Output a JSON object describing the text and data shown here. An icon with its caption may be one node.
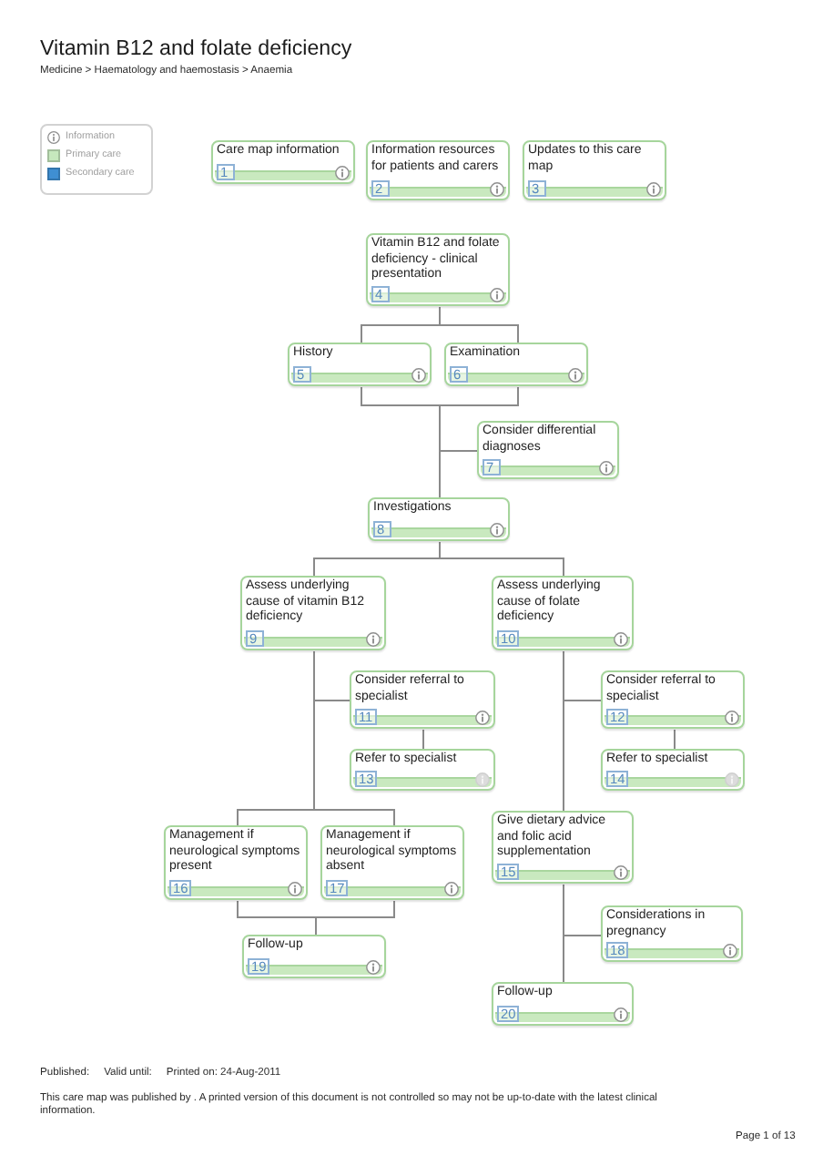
{
  "diagram": {
    "title": "Vitamin B12 and folate deficiency",
    "nodes": [
      {
        "text": [
          "Care map information",
          "1"
        ]
      },
      {
        "text": [
          "Information resources for patients and carers",
          "2"
        ]
      },
      {
        "text": [
          "Updates to this care map",
          "3"
        ]
      },
      {
        "text": [
          "Vitamin B12 and folate deficiency - clinical presentation",
          "4"
        ]
      },
      {
        "text": [
          "History",
          "5"
        ]
      },
      {
        "text": [
          "Examination",
          "6"
        ]
      },
      {
        "text": [
          "Consider differential diagnoses",
          "7"
        ]
      },
      {
        "text": [
          "Investigations",
          "8"
        ]
      },
      {
        "text": [
          "Assess underlying cause of vitamin B12 deficiency",
          "9"
        ]
      },
      {
        "text": [
          "Assess underlying cause of folate deficiency",
          "10"
        ]
      },
      {
        "text": [
          "Consider referral to specialist",
          "11"
        ]
      },
      {
        "text": [
          "Consider referral to specialist",
          "12"
        ]
      },
      {
        "text": [
          "Refer to specialist",
          "13"
        ]
      },
      {
        "text": [
          "Refer to specialist",
          "14"
        ]
      },
      {
        "text": [
          "Give dietary advice and folic acid supplementation",
          "15"
        ]
      },
      {
        "text": [
          "Management if neurological symptoms present",
          "16"
        ]
      },
      {
        "text": [
          "Management if neurological symptoms absent",
          "17"
        ]
      },
      {
        "text": [
          "Considerations in pregnancy",
          "18"
        ]
      },
      {
        "text": [
          "Follow-up",
          "19"
        ]
      },
      {
        "text": [
          "Follow-up",
          "20"
        ]
      }
    ],
    "edges": [
      {
        "from": 3,
        "to": 4,
        "arrow": "none"
      },
      {
        "from": 3,
        "to": 5,
        "arrow": "none"
      },
      {
        "from": 4,
        "to": 6,
        "arrow": "none"
      },
      {
        "from": 4,
        "to": 7,
        "arrow": "none"
      },
      {
        "from": 5,
        "to": 6,
        "arrow": "none"
      },
      {
        "from": 5,
        "to": 7,
        "arrow": "none"
      },
      {
        "from": 7,
        "to": 8,
        "arrow": "none"
      },
      {
        "from": 7,
        "to": 9,
        "arrow": "none"
      },
      {
        "from": 8,
        "to": 10,
        "arrow": "none"
      },
      {
        "from": 8,
        "to": 15,
        "arrow": "none"
      },
      {
        "from": 8,
        "to": 16,
        "arrow": "none"
      },
      {
        "from": 10,
        "to": 12,
        "arrow": "none"
      },
      {
        "from": 15,
        "to": 18,
        "arrow": "none"
      },
      {
        "from": 16,
        "to": 18,
        "arrow": "none"
      },
      {
        "from": 9,
        "to": 11,
        "arrow": "none"
      },
      {
        "from": 9,
        "to": 14,
        "arrow": "none"
      },
      {
        "from": 11,
        "to": 13,
        "arrow": "none"
      },
      {
        "from": 14,
        "to": 17,
        "arrow": "none"
      },
      {
        "from": 14,
        "to": 19,
        "arrow": "none"
      }
    ],
    "labels": [
      "Medicine > Haematology and haemostasis > Anaemia",
      "Published:",
      "Valid until:",
      "Printed on: 24-Aug-2011",
      "This care map was published by . A printed version of this document is not controlled so may not be up-to-date with the latest clinical information.",
      "Page 1 of 13"
    ],
    "legend": [
      {
        "text": "Information"
      },
      {
        "text": "Primary care",
        "color": "#c6e8bd"
      },
      {
        "text": "Secondary care",
        "color": "#3f8fd2"
      }
    ]
  }
}
